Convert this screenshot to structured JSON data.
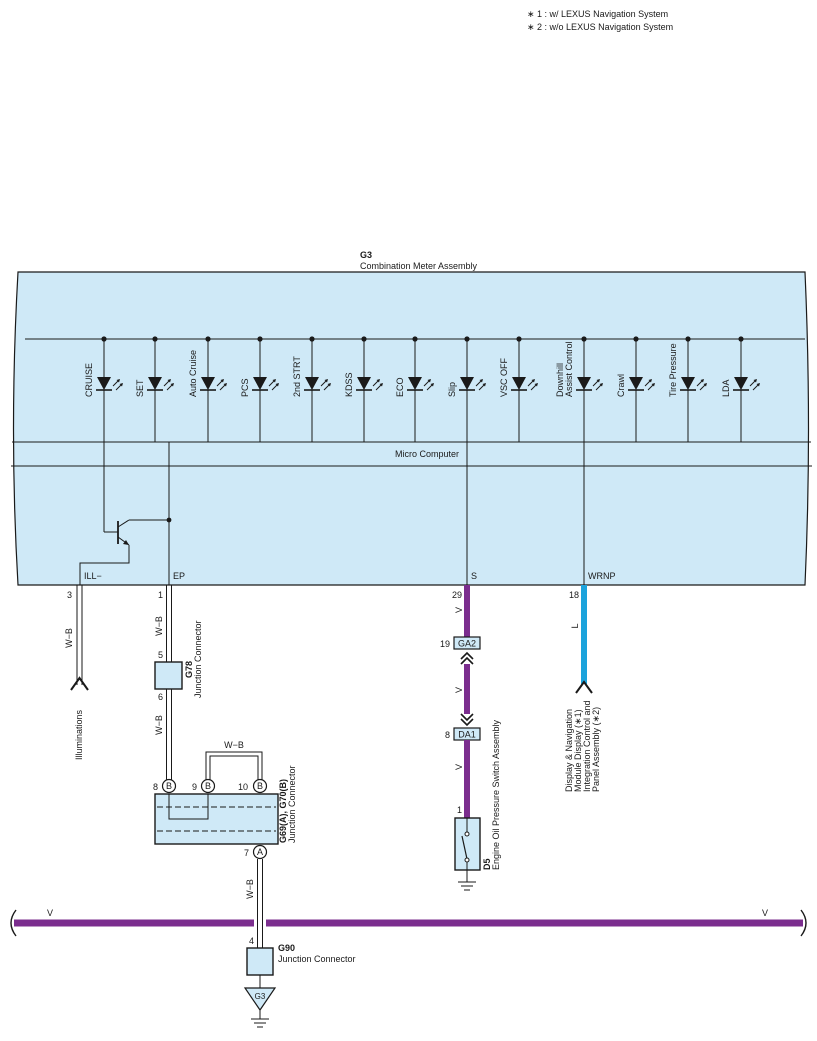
{
  "notes": [
    "∗ 1 : w/ LEXUS Navigation System",
    "∗ 2 : w/o LEXUS Navigation System"
  ],
  "colors": {
    "panel_fill": "#cfe9f7",
    "wire_violet": "#7b2d8e",
    "wire_blue": "#1ca3dc",
    "line": "#1a1a1a"
  },
  "meter": {
    "code": "G3",
    "name": "Combination Meter Assembly",
    "micro_label": "Micro Computer",
    "indicators": [
      "CRUISE",
      "SET",
      "Auto Cruise",
      "PCS",
      "2nd STRT",
      "KDSS",
      "ECO",
      "Slip",
      "VSC OFF",
      "Downhill Assist Control",
      "Crawl",
      "Tire Pressure",
      "LDA"
    ],
    "terminals": [
      "ILL−",
      "EP",
      "S",
      "WRNP"
    ]
  },
  "pins": {
    "ill": "3",
    "ep": "1",
    "s": "29",
    "wrnp": "18",
    "g78_in": "5",
    "g78_out": "6",
    "ga2": "19",
    "da1": "8",
    "d5": "1",
    "j8": "8",
    "j9": "9",
    "j10": "10",
    "j7": "7",
    "g90": "4"
  },
  "wires": {
    "wb": "W−B",
    "v": "V",
    "l": "L"
  },
  "connectors": {
    "ga2": "GA2",
    "da1": "DA1",
    "g3_ground": "G3",
    "pin_b": "B",
    "pin_a": "A"
  },
  "components": {
    "g78_code": "G78",
    "g78_name": "Junction Connector",
    "g69_code": "G69(A), G70(B)",
    "g69_name": "Junction Connector",
    "d5_code": "D5",
    "d5_name": "Engine Oil Pressure Switch Assembly",
    "g90_code": "G90",
    "g90_name": "Junction Connector"
  },
  "destinations": {
    "illuminations": "Illuminations",
    "nav": [
      "Display & Navigation",
      "Module Display (∗1)",
      "Integration Control and",
      "Panel Assembly (∗2)"
    ]
  }
}
